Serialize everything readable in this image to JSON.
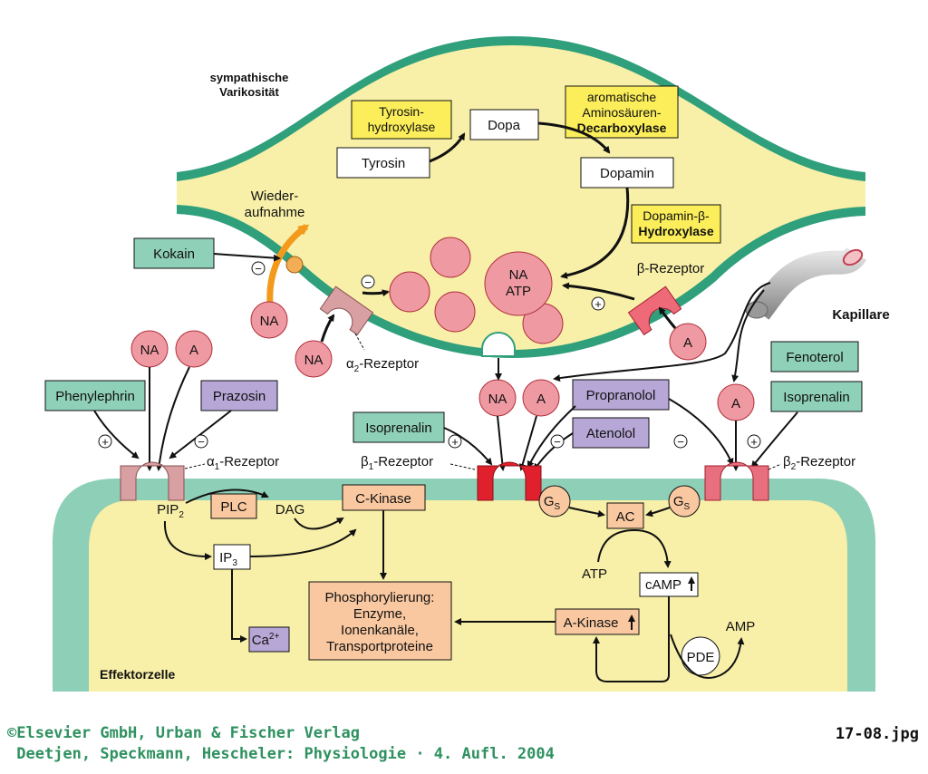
{
  "labels": {
    "varicosity": [
      "sympathische",
      "Varikosität"
    ],
    "tyrosine_hydroxylase": [
      "Tyrosin-",
      "hydroxylase"
    ],
    "dopa": "Dopa",
    "aad": [
      "aromatische",
      "Aminosäuren-",
      "Decarboxylase"
    ],
    "tyrosine": "Tyrosin",
    "dopamine": "Dopamin",
    "dbh": [
      "Dopamin-β-",
      "Hydroxylase"
    ],
    "reuptake": [
      "Wieder-",
      "aufnahme"
    ],
    "cocaine": "Kokain",
    "vesicle": [
      "NA",
      "ATP"
    ],
    "beta_receptor": "β-Rezeptor",
    "capillary": "Kapillare",
    "na": "NA",
    "a": "A",
    "alpha2_receptor": "-Rezeptor",
    "alpha2_symbol": "α",
    "alpha2_sub": "2",
    "phenylephrin": "Phenylephrin",
    "prazosin": "Prazosin",
    "propranolol": "Propranolol",
    "atenolol": "Atenolol",
    "isoprenalin": "Isoprenalin",
    "fenoterol": "Fenoterol",
    "alpha1_receptor": "-Rezeptor",
    "alpha1_symbol": "α",
    "alpha1_sub": "1",
    "beta1_receptor": "-Rezeptor",
    "beta1_symbol": "β",
    "beta1_sub": "1",
    "beta2_receptor": "-Rezeptor",
    "beta2_symbol": "β",
    "beta2_sub": "2",
    "pip2": "PIP",
    "pip2_sub": "2",
    "plc": "PLC",
    "dag": "DAG",
    "c_kinase": "C-Kinase",
    "ip3": "IP",
    "ip3_sub": "3",
    "ca": "Ca",
    "ca_sup": "2+",
    "phosphorylation": [
      "Phosphorylierung:",
      "Enzyme,",
      "Ionenkanäle,",
      "Transportproteine"
    ],
    "gs": "G",
    "gs_sub": "S",
    "ac": "AC",
    "atp": "ATP",
    "camp": "cAMP",
    "a_kinase": "A-Kinase",
    "pde": "PDE",
    "amp": "AMP",
    "effector": "Effektorzelle",
    "plus": "+",
    "minus": "−"
  },
  "footer": {
    "line1": "©Elsevier GmbH, Urban & Fischer Verlag",
    "line2": " Deetjen, Speckmann, Hescheler: Physiologie · 4. Aufl. 2004",
    "filename": "17-08.jpg"
  },
  "colors": {
    "cell_yellow": "#f8f0a8",
    "membrane_green": "#8ecfb8",
    "teal_box": "#8fd0b8",
    "lilac_box": "#b6a7d6",
    "yellow_box": "#fbee5a",
    "pink_circle": "#ef9aa2",
    "salmon_box": "#f9c8a0",
    "receptor_pink": "#d8a0a2",
    "receptor_red": "#e0202c",
    "orange_arrow": "#f39a1c"
  }
}
